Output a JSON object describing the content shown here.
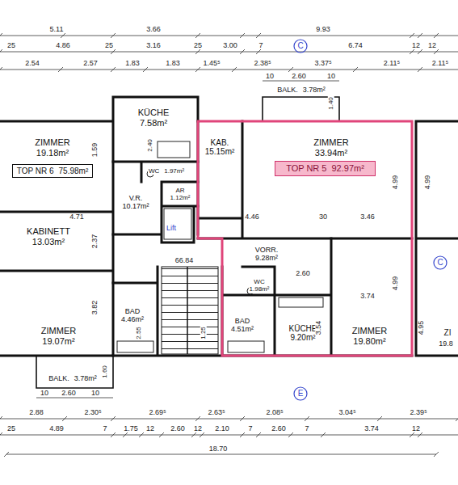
{
  "diagram": {
    "nodes": [
      {
        "text": [
          "ZIMMER",
          "19.18m²"
        ]
      },
      {
        "text": [
          "KÜCHE",
          "7.58m²"
        ]
      },
      {
        "text": [
          "KAB.",
          "15.15m²"
        ]
      },
      {
        "text": [
          "ZIMMER",
          "33.94m²"
        ]
      },
      {
        "text": [
          "TOP NR 6",
          "75.98m²"
        ]
      },
      {
        "text": [
          "TOP NR 5",
          "92.97m²"
        ]
      },
      {
        "text": [
          "WC",
          "1.97m²"
        ]
      },
      {
        "text": [
          "V.R.",
          "10.17m²"
        ]
      },
      {
        "text": [
          "AR",
          "1.12m²"
        ]
      },
      {
        "text": [
          "KABINETT",
          "13.03m²"
        ]
      },
      {
        "text": [
          "VORR.",
          "9.28m²"
        ]
      },
      {
        "text": [
          "WC",
          "1.98m²"
        ]
      },
      {
        "text": [
          "ZIMMER",
          "19.07m²"
        ]
      },
      {
        "text": [
          "BAD",
          "4.46m²"
        ]
      },
      {
        "text": [
          "BAD",
          "4.51m²"
        ]
      },
      {
        "text": [
          "KÜCHE",
          "9.20m²"
        ]
      },
      {
        "text": [
          "ZIMMER",
          "19.80m²"
        ]
      },
      {
        "text": [
          "BALK.",
          "3.78m²"
        ]
      },
      {
        "text": [
          "BALK.",
          "3.78m²"
        ]
      }
    ],
    "labels": [
      "5.11",
      "3.66",
      "9.93",
      "25",
      "4.86",
      "25",
      "3.16",
      "25",
      "3.00",
      "7",
      "6.74",
      "12",
      "12",
      "2.54",
      "2.57",
      "1.83",
      "1.83",
      "1.45⁵",
      "2.38⁵",
      "3.37⁵",
      "2.11⁵",
      "2.11⁵",
      "10",
      "2.60",
      "10",
      "1.40",
      "4.71",
      "4.46",
      "30",
      "3.46",
      "4.99",
      "4.99",
      "4.99",
      "4.95",
      "3.74",
      "3.54",
      "3.82",
      "2.37",
      "1.59",
      "2.60",
      "66.84",
      "Lift",
      "1.25",
      "2.55",
      "2.40",
      "10",
      "2.60",
      "10",
      "1.60",
      "2.88",
      "2.30⁵",
      "2.69⁵",
      "2.63⁵",
      "2.08⁵",
      "3.04⁵",
      "2.39⁵",
      "25",
      "4.89",
      "7",
      "1.75",
      "12",
      "2.60",
      "12",
      "2.10",
      "7",
      "2.60",
      "7",
      "3.74",
      "12",
      "18.70",
      "C",
      "C",
      "E",
      "ZI",
      "19.8"
    ]
  }
}
